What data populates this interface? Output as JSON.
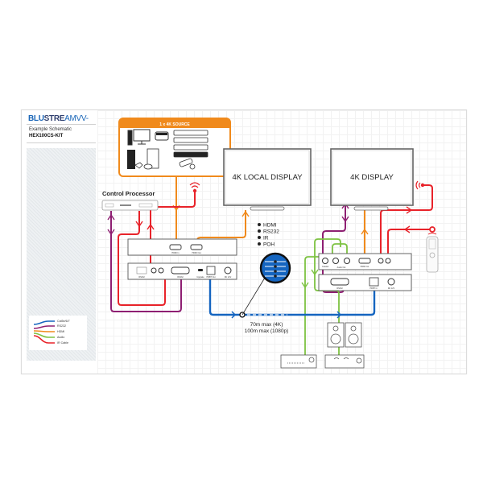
{
  "brand": {
    "logo_blu": "BLU",
    "logo_stream": "STRE",
    "logo_wave": "AMVV-"
  },
  "header": {
    "subtitle": "Example Schematic",
    "kit_name": "HEX100CS-KIT"
  },
  "legend": {
    "items": [
      {
        "label": "Cat5e/6/7",
        "color": "#1565c0"
      },
      {
        "label": "RS232",
        "color": "#8e1f72"
      },
      {
        "label": "HDMI",
        "color": "#f08a1c"
      },
      {
        "label": "Audio",
        "color": "#7dc242"
      },
      {
        "label": "IR Cable",
        "color": "#e8232a"
      }
    ]
  },
  "source_box": {
    "title": "1 x 4K SOURCE",
    "color": "#f08a1c"
  },
  "control_processor": {
    "label": "Control Processor"
  },
  "displays": {
    "local": "4K LOCAL DISPLAY",
    "remote": "4K DISPLAY"
  },
  "hdbaset_features": {
    "items": [
      "HDMI",
      "RS232",
      "IR",
      "POH"
    ]
  },
  "cable_note": {
    "line1": "70m max (4K)",
    "line2": "100m max (1080p)"
  },
  "tx_ports": {
    "top": [
      "HDMI In",
      "HDMI Out"
    ],
    "bottom": [
      "RS232",
      "IR Out",
      "IR In",
      "RS232",
      "Upgrade",
      "HDBT Out",
      "DC 12V"
    ]
  },
  "rx_ports": {
    "top": [
      "Coaxial",
      "Audio Out",
      "R",
      "HDMI Out",
      "IR In",
      "IR Out"
    ],
    "bottom": [
      "RS232",
      "HDBT In",
      "DC 12V"
    ]
  }
}
